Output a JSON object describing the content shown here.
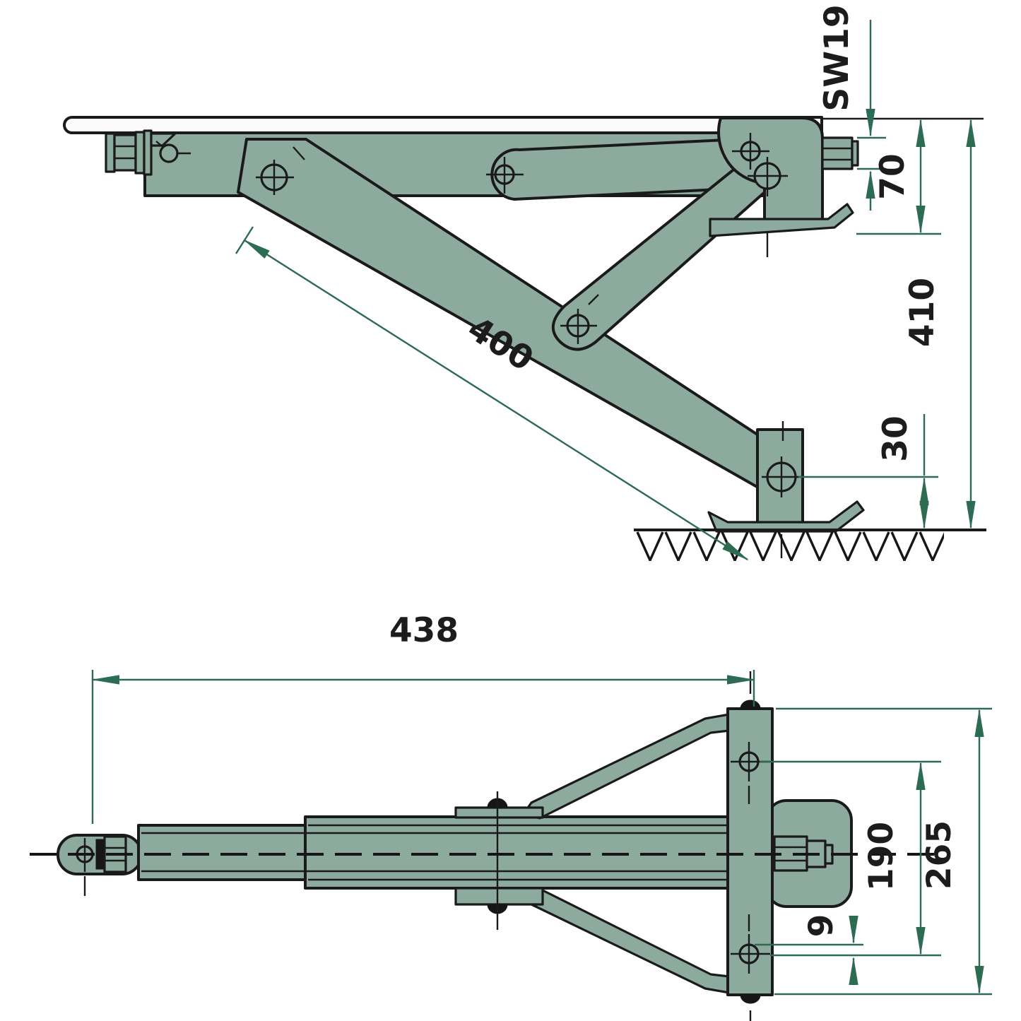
{
  "drawing": {
    "subject": "folding trailer corner steady jack - two orthographic views with dimensions",
    "colors": {
      "part_fill": "#8cab9e",
      "outline": "#1a1a1a",
      "dimension_lines": "#2d6b52",
      "text": "#1c1c1c",
      "background": "#ffffff"
    },
    "side_view": {
      "dim_wrench_size": "SW19",
      "dim_stowed_height": "70",
      "dim_extended_height": "410",
      "dim_leg_length": "400",
      "dim_foot_pivot_height": "30"
    },
    "plan_view": {
      "dim_overall_length": "438",
      "dim_hole_spacing": "190",
      "dim_overall_width": "265",
      "dim_hole_offset": "9"
    }
  }
}
